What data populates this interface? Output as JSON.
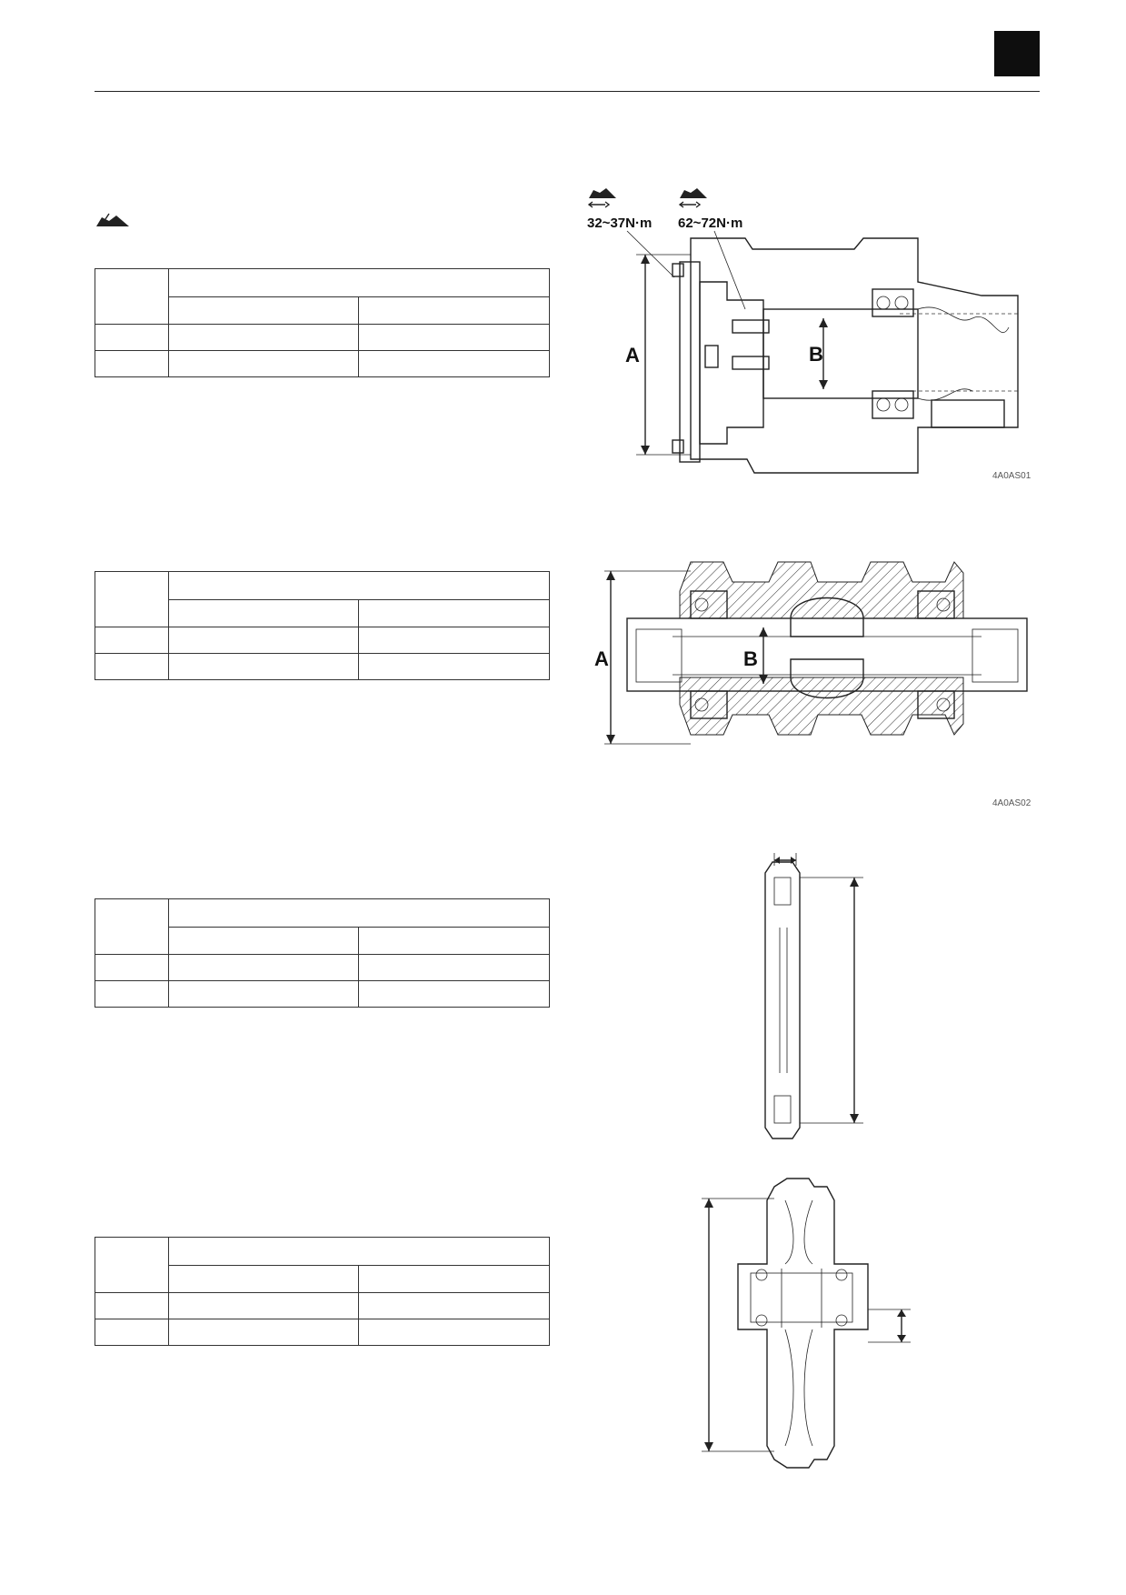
{
  "torque_labels": [
    "32~37N·m",
    "62~72N·m"
  ],
  "fig1": {
    "code": "4A0AS01",
    "dim_a": "A",
    "dim_b": "B"
  },
  "fig2": {
    "code": "4A0AS02",
    "dim_a": "A",
    "dim_b": "B"
  },
  "icons": [
    "oil-can-icon",
    "wrench-icon",
    "tab-marker"
  ]
}
